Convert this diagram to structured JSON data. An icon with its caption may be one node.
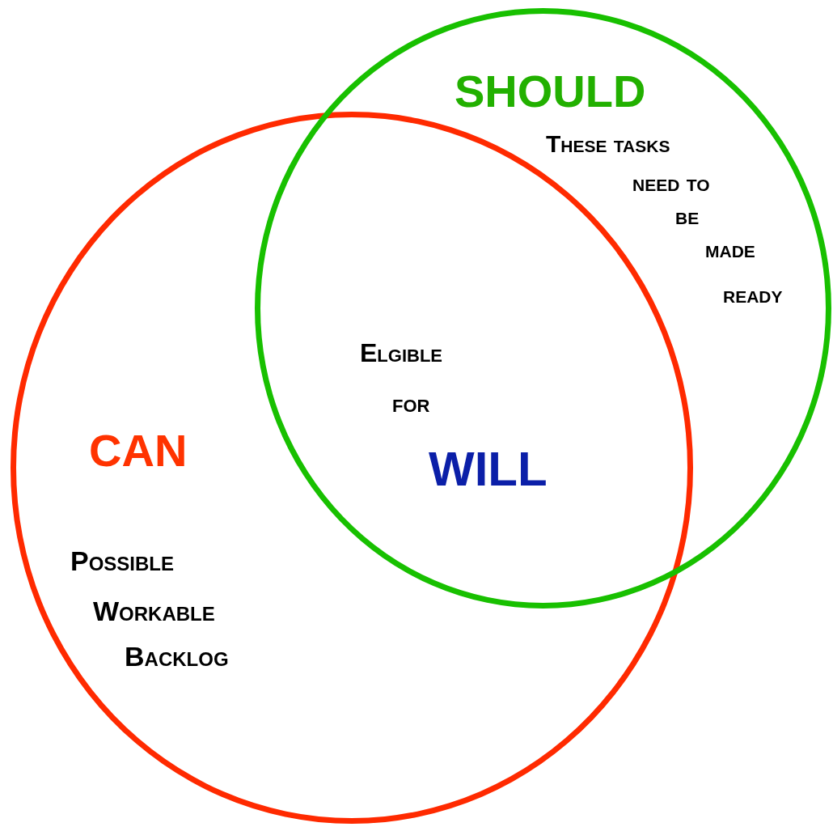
{
  "diagram": {
    "nodes": [
      {
        "text": [
          "CAN",
          "Possible Workable Backlog"
        ]
      },
      {
        "text": [
          "SHOULD",
          "These tasks need to be made ready"
        ]
      }
    ],
    "labels": [
      "Elgible for",
      "WILL"
    ]
  }
}
